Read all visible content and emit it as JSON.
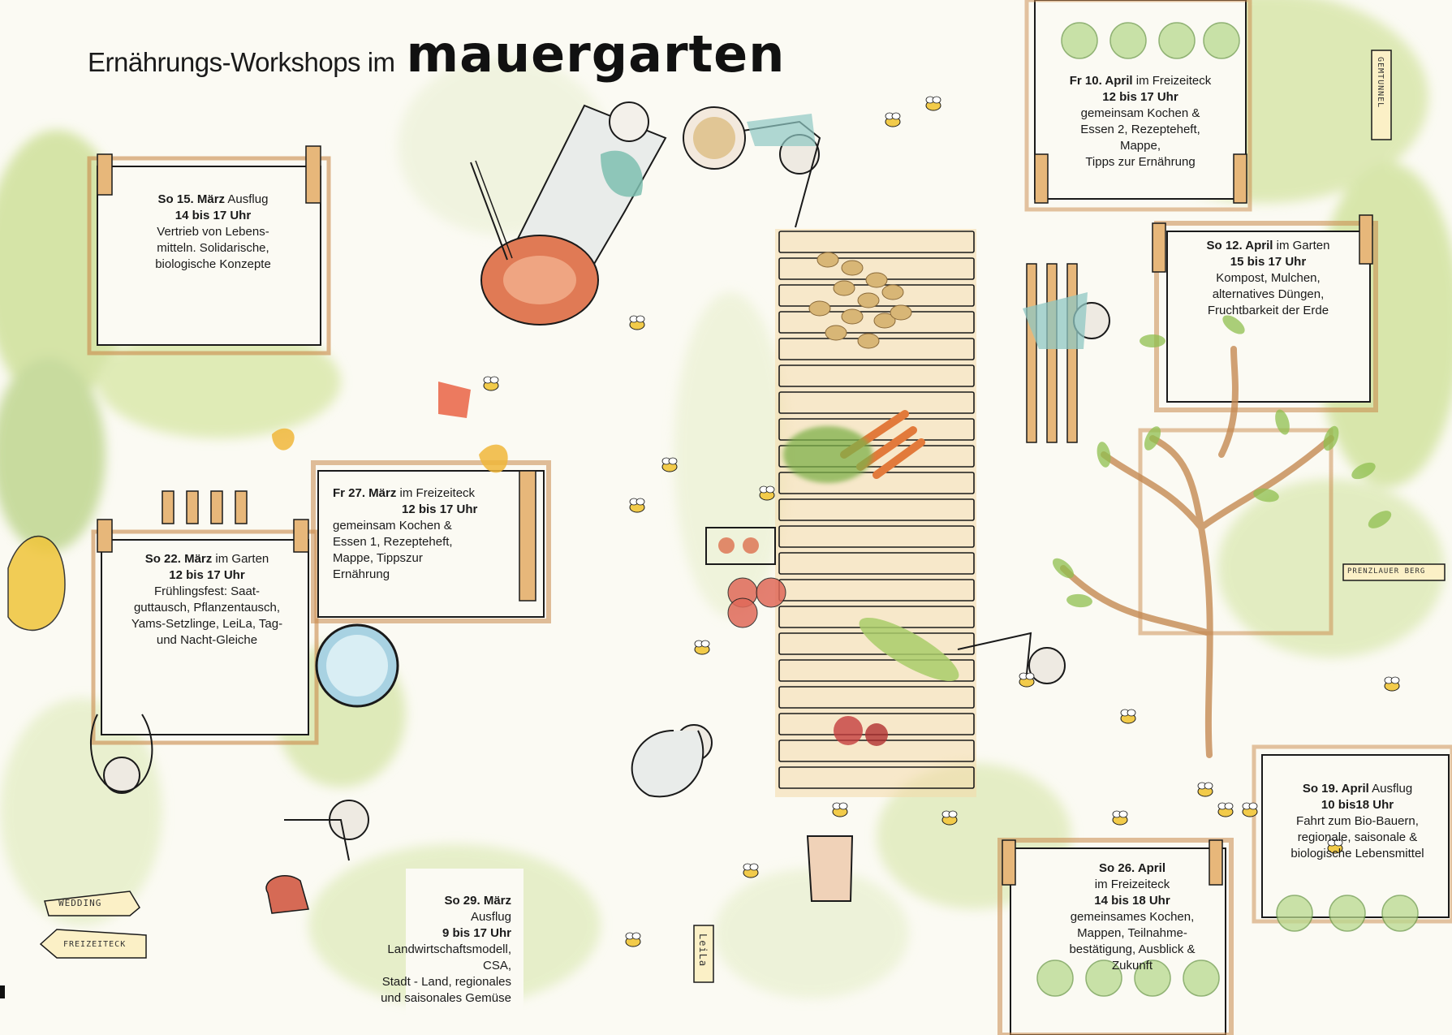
{
  "header": {
    "title_lead": "Ernährungs-Workshops im",
    "title_brand": "mauergarten"
  },
  "events": [
    {
      "day": "So 15. März",
      "place": "Ausflug",
      "time": "14 bis 17 Uhr",
      "lines": [
        "Vertrieb von Lebens-",
        "mitteln. Solidarische,",
        "biologische Konzepte"
      ]
    },
    {
      "day": "So 22. März",
      "place": "im Garten",
      "time": "12 bis 17 Uhr",
      "lines": [
        "Frühlingsfest: Saat-",
        "guttausch, Pflanzentausch,",
        "Yams-Setzlinge, LeiLa, Tag-",
        "und Nacht-Gleiche"
      ]
    },
    {
      "day": "Fr 27. März",
      "place": "im Freizeiteck",
      "time": "12 bis 17 Uhr",
      "lines": [
        "gemeinsam Kochen &",
        "Essen 1, Rezepteheft,",
        "Mappe, Tippszur",
        "Ernährung"
      ]
    },
    {
      "day": "So 29. März",
      "place": "Ausflug",
      "time": "9 bis 17 Uhr",
      "lines": [
        "Landwirtschaftsmodell,",
        "CSA,",
        "Stadt - Land, regionales",
        "und saisonales Gemüse"
      ]
    },
    {
      "day": "Fr 10. April",
      "place": "im Freizeiteck",
      "time": "12 bis 17 Uhr",
      "lines": [
        "gemeinsam Kochen &",
        "Essen 2, Rezepteheft,",
        "Mappe,",
        "Tipps zur Ernährung"
      ]
    },
    {
      "day": "So 12. April",
      "place": "im Garten",
      "time": "15 bis 17 Uhr",
      "lines": [
        "Kompost, Mulchen,",
        "alternatives Düngen,",
        "Fruchtbarkeit der Erde"
      ]
    },
    {
      "day": "So 19. April",
      "place": "Ausflug",
      "time": "10 bis18 Uhr",
      "lines": [
        "Fahrt zum Bio-Bauern,",
        "regionale, saisonale &",
        "biologische Lebensmittel"
      ]
    },
    {
      "day": "So 26. April",
      "place": "im Freizeiteck",
      "time": "14 bis 18 Uhr",
      "lines": [
        "gemeinsames Kochen,",
        "Mappen, Teilnahme-",
        "bestätigung, Ausblick &",
        "Zukunft"
      ]
    }
  ],
  "signs": {
    "wedding": "WEDDING",
    "freizeiteck": "FREIZEITECK",
    "leila": "LeiLa",
    "gemtunnel": "GEMTUNNEL",
    "prenzlauer": "PRENZLAUER BERG"
  },
  "colors": {
    "green": "#a9c95a",
    "wood": "#c9884a",
    "terracotta": "#d9704a",
    "ink": "#1a1a1a",
    "blue": "#6fa7b8"
  }
}
